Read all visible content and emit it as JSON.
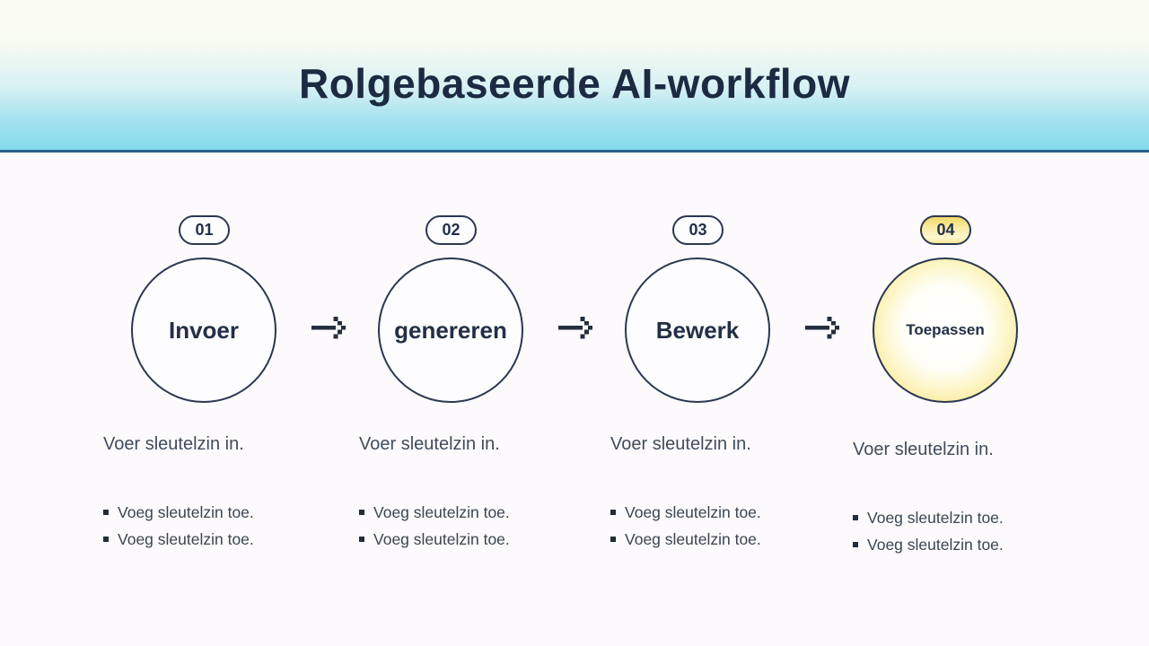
{
  "header": {
    "title": "Rolgebaseerde AI-workflow",
    "title_color": "#1c2a42",
    "gradient_top": "#fbfcf1",
    "gradient_bottom": "#84daeb",
    "divider_color": "#2a6191"
  },
  "workflow": {
    "ink_color": "#2b3750",
    "arrow_color": "#252e3e",
    "accent_yellow": "#f3de6e",
    "steps": [
      {
        "number": "01",
        "label": "Invoer",
        "highlighted": false,
        "description": "Voer sleutelzin in.",
        "bullets": [
          "Voeg sleutelzin toe.",
          "Voeg sleutelzin toe."
        ]
      },
      {
        "number": "02",
        "label": "genereren",
        "highlighted": false,
        "description": "Voer sleutelzin in.",
        "bullets": [
          "Voeg sleutelzin toe.",
          "Voeg sleutelzin toe."
        ]
      },
      {
        "number": "03",
        "label": "Bewerk",
        "highlighted": false,
        "description": "Voer sleutelzin in.",
        "bullets": [
          "Voeg sleutelzin toe.",
          "Voeg sleutelzin toe."
        ]
      },
      {
        "number": "04",
        "label": "Toepassen",
        "highlighted": true,
        "description": "Voer sleutelzin in.",
        "bullets": [
          "Voeg sleutelzin toe.",
          "Voeg sleutelzin toe."
        ]
      }
    ]
  }
}
